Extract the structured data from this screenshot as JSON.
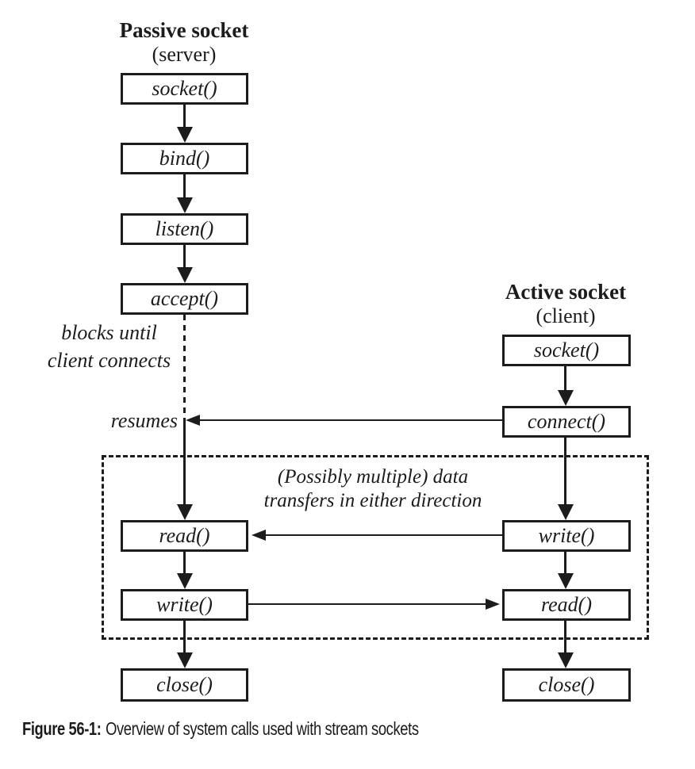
{
  "figure": {
    "colors": {
      "ink": "#1c1c1c",
      "paper": "#ffffff"
    },
    "passive": {
      "title": "Passive socket",
      "subtitle": "(server)",
      "socket": "socket()",
      "bind": "bind()",
      "listen": "listen()",
      "accept": "accept()",
      "read": "read()",
      "write": "write()",
      "close": "close()"
    },
    "active": {
      "title": "Active socket",
      "subtitle": "(client)",
      "socket": "socket()",
      "connect": "connect()",
      "write": "write()",
      "read": "read()",
      "close": "close()"
    },
    "annotations": {
      "blocks_line1": "blocks until",
      "blocks_line2": "client connects",
      "resumes": "resumes",
      "transfers_line1": "(Possibly multiple) data",
      "transfers_line2": "transfers in either direction"
    },
    "caption_label": "Figure 56-1:",
    "caption_text": "Overview of system calls used with stream sockets"
  }
}
